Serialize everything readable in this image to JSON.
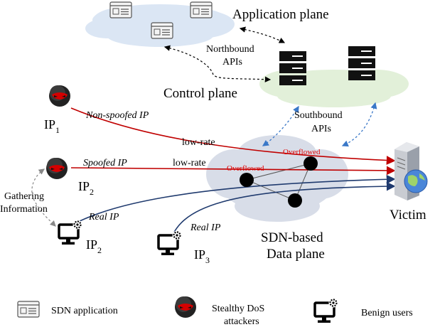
{
  "planes": {
    "application": "Application plane",
    "control": "Control plane",
    "data_line1": "SDN-based",
    "data_line2": "Data plane"
  },
  "apis": {
    "northbound_line1": "Northbound",
    "northbound_line2": "APIs",
    "southbound_line1": "Southbound",
    "southbound_line2": "APIs"
  },
  "attackers": {
    "ip1": {
      "base": "IP",
      "sub": "1",
      "label": "Non-spoofed IP"
    },
    "ip2": {
      "base": "IP",
      "sub": "2",
      "label": "Spoofed IP"
    }
  },
  "benign": {
    "ip2": {
      "base": "IP",
      "sub": "2",
      "label": "Real IP"
    },
    "ip3": {
      "base": "IP",
      "sub": "3",
      "label": "Real IP"
    }
  },
  "gathering": {
    "line1": "Gathering",
    "line2": "Information"
  },
  "flows": {
    "low_rate_1": "low-rate",
    "low_rate_2": "low-rate"
  },
  "overflow": {
    "label_1": "Overflowed",
    "label_2": "Overflowed"
  },
  "victim": {
    "label": "Victim"
  },
  "legend": {
    "sdn_app": "SDN application",
    "attackers_line1": "Stealthy DoS",
    "attackers_line2": "attackers",
    "benign": "Benign users"
  },
  "icons": {
    "app_window": "app-window-icon",
    "server_rack": "server-rack-icon",
    "attacker": "attacker-icon",
    "benign_monitor": "monitor-gear-icon",
    "victim_server": "victim-server-icon"
  },
  "colors": {
    "attack_flow": "#c00000",
    "benign_flow": "#1f3a6e",
    "api_arrow": "#3a78c8",
    "cloud_app": "#dbe6f4",
    "cloud_control": "#e2f0d9",
    "cloud_data": "#d8dde8",
    "overflow_text": "#e00000"
  }
}
